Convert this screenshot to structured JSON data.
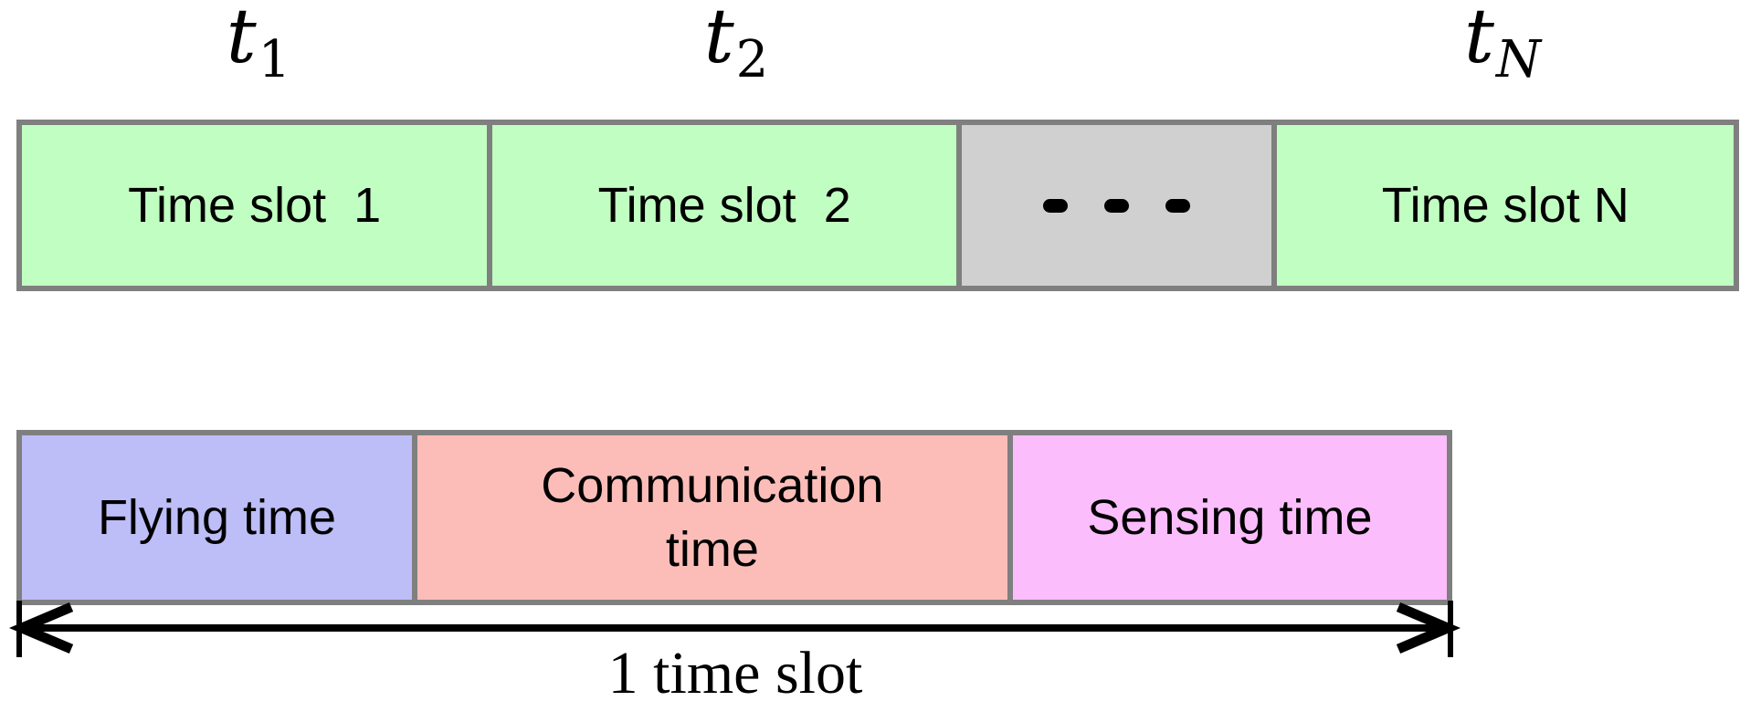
{
  "figure": {
    "time_labels": [
      {
        "base": "t",
        "sub": "1"
      },
      {
        "base": "t",
        "sub": "2"
      },
      {
        "base": "t",
        "sub": "N"
      }
    ],
    "top_bar": {
      "segments": [
        {
          "label": "Time slot  1"
        },
        {
          "label": "Time slot  2"
        },
        {
          "label": ""
        },
        {
          "label": "Time slot N"
        }
      ]
    },
    "bottom_bar": {
      "segments": [
        {
          "label": "Flying time"
        },
        {
          "label": "Communication time"
        },
        {
          "label": "Sensing time"
        }
      ]
    },
    "duration_label": "1 time slot",
    "icons": {
      "ellipsis": "horizontal-ellipsis-dots",
      "duration_arrow": "double-headed-arrow"
    },
    "colors": {
      "time_slot_fill": "#c1fec1",
      "ellipsis_fill": "#d0d0d0",
      "flying_fill": "#bdbdf8",
      "communication_fill": "#fcbdb8",
      "sensing_fill": "#fcbdfc",
      "border_gray": "#7f7f7f",
      "text": "#000000"
    }
  }
}
